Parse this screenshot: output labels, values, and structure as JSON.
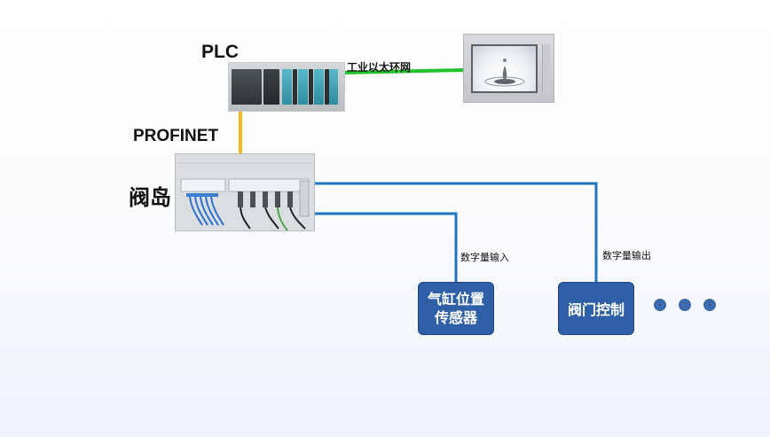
{
  "labels": {
    "plc": "PLC",
    "profinet": "PROFINET",
    "valve_island": "阀岛",
    "industrial_ethernet": "工业以太环网",
    "digital_input": "数字量输入",
    "digital_output": "数字量输出"
  },
  "devices": {
    "cylinder_sensor_line1": "气缸位置",
    "cylinder_sensor_line2": "传感器",
    "valve_control": "阀门控制"
  },
  "colors": {
    "ethernet_link": "#22c22a",
    "profinet_link": "#f6b81c",
    "signal_link": "#1f73c0",
    "device_fill": "#2f5fa6",
    "dots": "#3e69ad"
  },
  "icons": {
    "plc": "plc-device-icon",
    "hmi": "hmi-panel-icon",
    "valve_island": "valve-island-icon"
  }
}
